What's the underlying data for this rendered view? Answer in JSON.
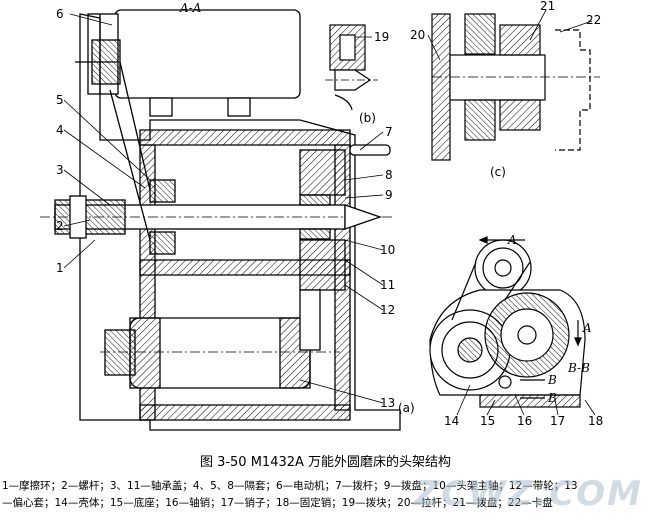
{
  "labels": {
    "section_aa": "A-A",
    "view_a": "(a)",
    "view_b": "(b)",
    "view_c": "(c)",
    "arrow_a_top": "A",
    "arrow_a_right": "A",
    "section_bb": "B-B",
    "arrow_b1": "B",
    "arrow_b2": "B",
    "n1": "1",
    "n2": "2",
    "n3": "3",
    "n4": "4",
    "n5": "5",
    "n6": "6",
    "n7": "7",
    "n8": "8",
    "n9": "9",
    "n10": "10",
    "n11": "11",
    "n12": "12",
    "n13": "13",
    "n14": "14",
    "n15": "15",
    "n16": "16",
    "n17": "17",
    "n18": "18",
    "n19": "19",
    "n20": "20",
    "n21": "21",
    "n22": "22"
  },
  "caption": "图 3-50 M1432A 万能外圆磨床的头架结构",
  "legend_line1": "1—摩擦环；2—螺杆；3、11—轴承盖；4、5、8—隔套；6—电动机；7—拨杆；9—拨盘；10—头架主轴；12—带轮；13",
  "legend_line2": "—偏心套；14—壳体；15—底座；16—轴销；17—销子；18—固定销；19—拨块；20—拉杆；21—拨盘；22—卡盘",
  "watermark": "ZCWZ.COM"
}
